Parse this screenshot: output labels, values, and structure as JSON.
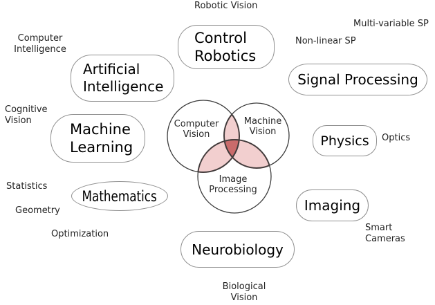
{
  "page": {
    "background": "#ffffff"
  },
  "labels": {
    "robotic_vision": "Robotic Vision",
    "computer_intelligence": "Computer\nIntelligence",
    "multi_variable_sp": "Multi-variable SP",
    "non_linear_sp": "Non-linear SP",
    "cognitive_vision": "Cognitive\nVision",
    "statistics": "Statistics",
    "geometry": "Geometry",
    "optimization": "Optimization",
    "optics": "Optics",
    "smart_cameras": "Smart\nCameras",
    "biological_vision": "Biological\nVision"
  },
  "bubbles": {
    "control_robotics": "Control\nRobotics",
    "artificial_intelligence": "Artificial\nIntelligence",
    "machine_learning": "Machine\nLearning",
    "mathematics": "Mathematics",
    "signal_processing": "Signal Processing",
    "physics": "Physics",
    "imaging": "Imaging",
    "neurobiology": "Neurobiology"
  },
  "venn": {
    "circles": {
      "computer_vision": "Computer\nVision",
      "machine_vision": "Machine\nVision",
      "image_processing": "Image\nProcessing"
    },
    "colors": {
      "pair_fill": "#f2cfcf",
      "triple_fill": "#c96b6b",
      "lens_stroke": "#5c4444",
      "circle_stroke": "#3c3c3c"
    }
  }
}
